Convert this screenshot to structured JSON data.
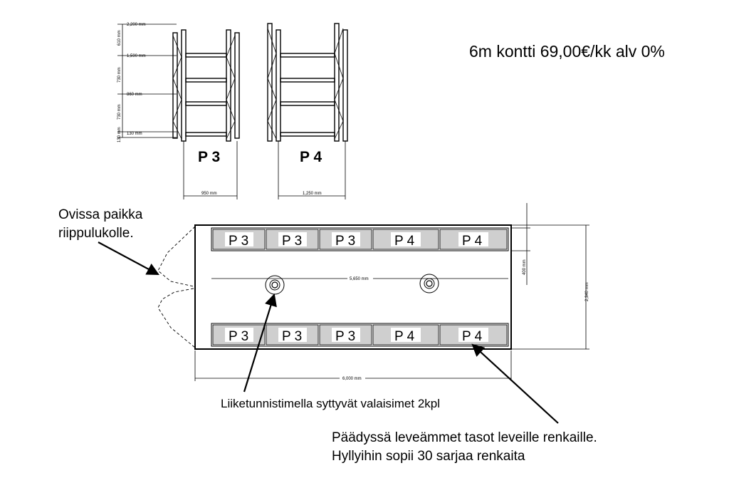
{
  "header": {
    "price_text": "6m kontti 69,00€/kk alv 0%"
  },
  "rack_side": {
    "heights": [
      "2,200 mm",
      "1,590 mm",
      "860 mm",
      "130 mm"
    ],
    "spacings": [
      "610 mm",
      "730 mm",
      "730 mm",
      "130 mm"
    ],
    "rack_labels": [
      "P 3",
      "P 4"
    ],
    "widths": [
      "950 mm",
      "1,250 mm"
    ]
  },
  "container": {
    "length": "6,000 mm",
    "inner_length": "5,650 mm",
    "width": "2,340 mm",
    "shelf_depth": "400 mm",
    "top_shelves": [
      "P 3",
      "P 3",
      "P 3",
      "P 4",
      "P 4"
    ],
    "bottom_shelves": [
      "P 3",
      "P 3",
      "P 3",
      "P 4",
      "P 4"
    ]
  },
  "notes": {
    "padlock_note": "Ovissa paikka\nriippulukolle.",
    "lights_note": "Liiketunnistimella syttyvät valaisimet 2kpl",
    "end_note_line1": "Päädyssä leveämmet tasot leveille renkaille.",
    "end_note_line2": "Hyllyihin sopii 30 sarjaa renkaita"
  }
}
